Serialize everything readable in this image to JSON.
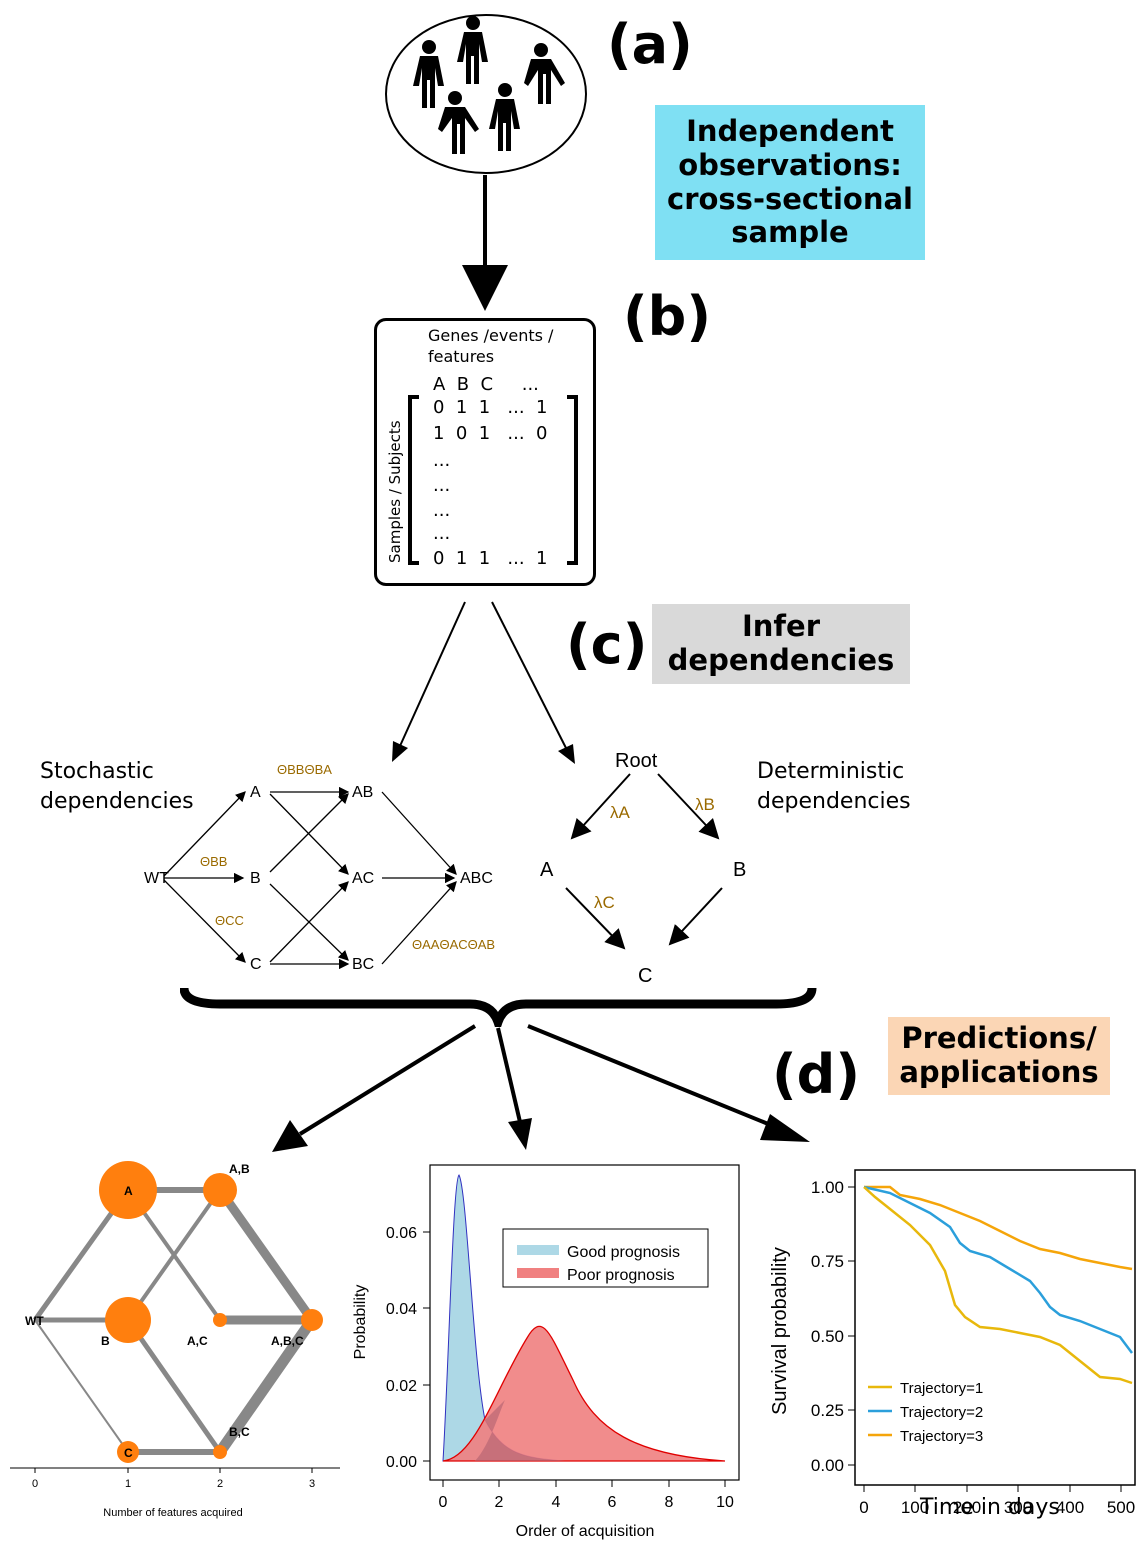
{
  "panels": {
    "a": "(a)",
    "b": "(b)",
    "c": "(c)",
    "d": "(d)"
  },
  "boxes": {
    "independent": "Independent observations: cross-sectional sample",
    "infer": "Infer dependencies",
    "predictions": "Predictions/ applications"
  },
  "colors": {
    "cyan_box": "#7fe0f3",
    "gray_box": "#d9d9d9",
    "peach_box": "#fbd6b5",
    "orange": "#ff7f0e",
    "gold_text": "#9a6a00",
    "good_fill": "#add8e6",
    "poor_fill": "#f08080",
    "traj1": "#e8b80c",
    "traj2": "#2b9fdb",
    "traj3": "#f5a50a"
  },
  "matrix": {
    "header": "Genes /events / features",
    "columns": "A  B  C     ...",
    "row_label": "Samples / Subjects",
    "rows": [
      "0  1  1   ...  1",
      "1  0  1   ...  0",
      "...",
      "...",
      "...",
      "...",
      "0  1  1   ...  1"
    ]
  },
  "stochastic": {
    "title": "Stochastic dependencies",
    "nodes": [
      "WT",
      "A",
      "B",
      "C",
      "AB",
      "AC",
      "BC",
      "ABC"
    ],
    "params": {
      "top": "ΘBBΘBA",
      "wt_b": "ΘBB",
      "wt_c": "ΘCC",
      "bottom": "ΘAAΘACΘAB"
    }
  },
  "deterministic": {
    "title": "Deterministic dependencies",
    "nodes": [
      "Root",
      "A",
      "B",
      "C"
    ],
    "params": {
      "la": "λA",
      "lb": "λB",
      "lc": "λC"
    }
  },
  "charts": {
    "graph": {
      "xlabel": "Number of features acquired",
      "ticks": [
        "0",
        "1",
        "2",
        "3"
      ],
      "nodes": [
        "A",
        "A,B",
        "WT",
        "B",
        "A,C",
        "A,B,C",
        "C",
        "B,C"
      ]
    },
    "density": {
      "xlabel": "Order of acquisition",
      "ylabel": "Probability",
      "legend": [
        "Good prognosis",
        "Poor prognosis"
      ],
      "xticks": [
        "0",
        "2",
        "4",
        "6",
        "8",
        "10"
      ],
      "yticks": [
        "0.00",
        "0.02",
        "0.04",
        "0.06"
      ]
    },
    "survival": {
      "xlabel": "Time in days",
      "ylabel": "Survival probability",
      "legend": [
        "Trajectory=1",
        "Trajectory=2",
        "Trajectory=3"
      ],
      "xticks": [
        "0",
        "100",
        "200",
        "300",
        "400",
        "500"
      ],
      "yticks": [
        "0.00",
        "0.25",
        "0.50",
        "0.75",
        "1.00"
      ]
    }
  }
}
